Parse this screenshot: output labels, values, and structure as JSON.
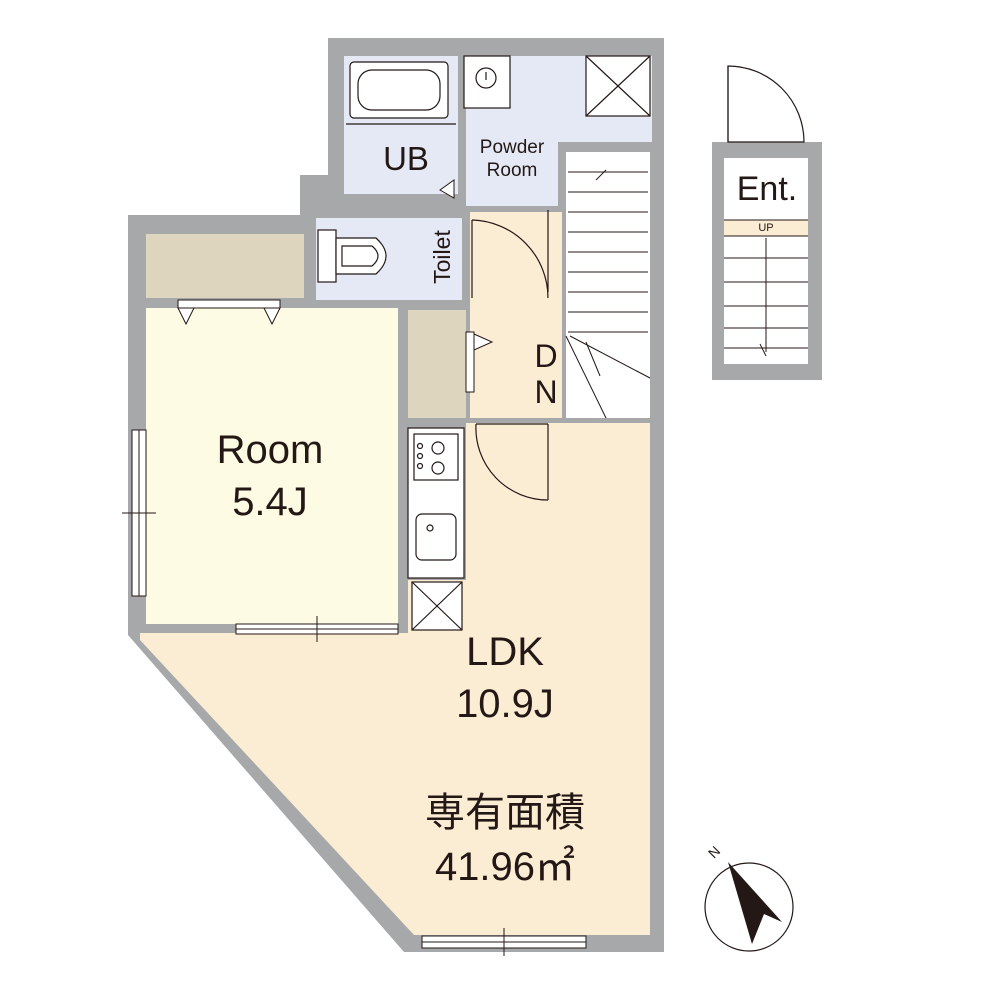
{
  "rooms": {
    "unit_bath": {
      "label": "UB"
    },
    "powder_room": {
      "label_line1": "Powder",
      "label_line2": "Room"
    },
    "toilet": {
      "label": "Toilet"
    },
    "stair_direction": {
      "label_line1": "D",
      "label_line2": "N"
    },
    "room": {
      "label": "Room",
      "size": "5.4J"
    },
    "ldk": {
      "label": "LDK",
      "size": "10.9J"
    },
    "entrance": {
      "label": "Ent.",
      "stair_label": "UP"
    }
  },
  "area": {
    "label": "専有面積",
    "value": "41.96㎡"
  },
  "compass": {
    "north_label": "N"
  },
  "colors": {
    "wall": "#a7a8aa",
    "floor_ldk": "#fbecd4",
    "floor_room": "#fdfbe3",
    "floor_wet": "#e5e9f5",
    "storage": "#ddd5bd",
    "line": "#231815"
  }
}
